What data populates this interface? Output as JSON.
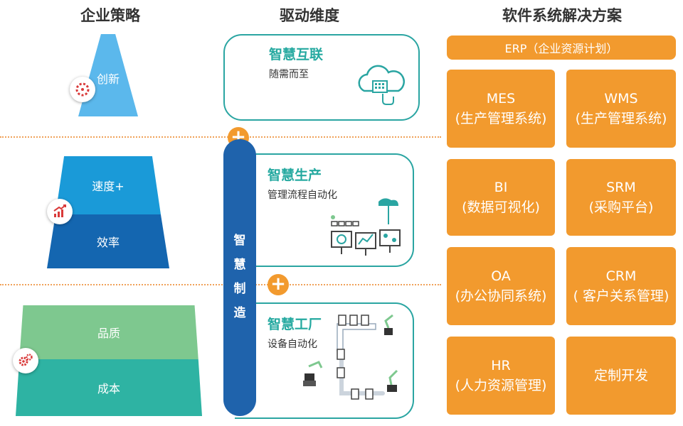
{
  "headers": {
    "strategy": "企业策略",
    "drivers": "驱动维度",
    "software": "软件系统解决方案"
  },
  "strategy": {
    "innovation": "创新",
    "speed": "速度+",
    "efficiency": "效率",
    "quality": "品质",
    "cost": "成本"
  },
  "drivers": {
    "interconnect": {
      "title": "智慧互联",
      "subtitle": "随需而至"
    },
    "production": {
      "title": "智慧生产",
      "subtitle": "管理流程自动化"
    },
    "factory": {
      "title": "智慧工厂",
      "subtitle": "设备自动化"
    },
    "manufacturing": [
      "智",
      "慧",
      "制",
      "造"
    ],
    "plus": "+"
  },
  "software": {
    "erp": "ERP（企业资源计划）",
    "boxes": [
      {
        "line1": "MES",
        "line2": "(生产管理系统)"
      },
      {
        "line1": "WMS",
        "line2": "(生产管理系统)"
      },
      {
        "line1": "BI",
        "line2": "(数据可视化)"
      },
      {
        "line1": "SRM",
        "line2": "(采购平台)"
      },
      {
        "line1": "OA",
        "line2": "(办公协同系统)"
      },
      {
        "line1": "CRM",
        "line2": "( 客户关系管理)"
      },
      {
        "line1": "HR",
        "line2": "(人力资源管理)"
      },
      {
        "line1": "定制开发",
        "line2": ""
      }
    ]
  },
  "colors": {
    "orange": "#f29a2e",
    "teal": "#2aa5a2",
    "blue": "#1f63ac",
    "light_blue": "#5bb8ec",
    "green": "#7ec88f"
  },
  "icons": [
    "innovation-icon",
    "growth-chart-icon",
    "gears-icon",
    "cloud-touch-icon",
    "automation-illustration",
    "factory-line-illustration"
  ]
}
